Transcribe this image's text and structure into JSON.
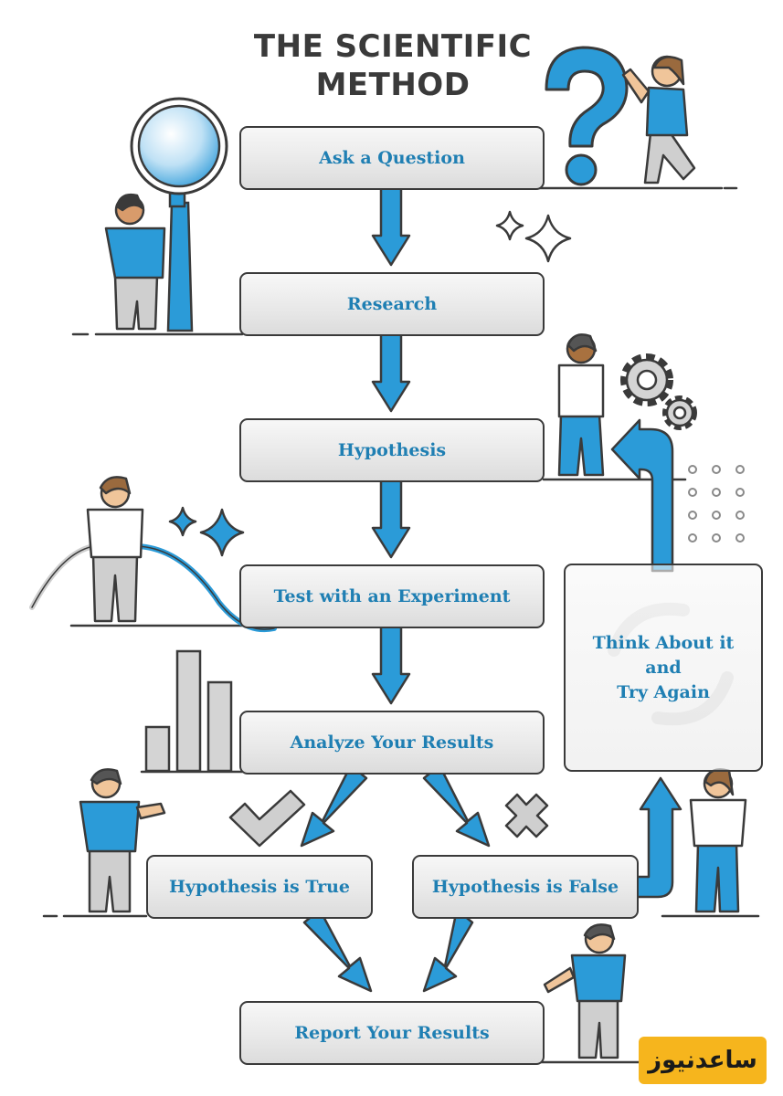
{
  "title_lines": [
    "THE SCIENTIFIC",
    "METHOD"
  ],
  "steps": {
    "ask": "Ask a Question",
    "research": "Research",
    "hypothesis": "Hypothesis",
    "test": "Test with an Experiment",
    "analyze": "Analyze Your Results",
    "true": "Hypothesis is True",
    "false": "Hypothesis is False",
    "report": "Report Your Results",
    "retry_lines": [
      "Think About it",
      "and",
      "Try Again"
    ]
  },
  "watermark": "ساعدنیوز",
  "colors": {
    "accent": "#2b9bd8",
    "label": "#1f7fb3",
    "outline": "#3a3a3a",
    "gray": "#cfcfcf"
  },
  "icons": [
    "magnifier-icon",
    "question-mark-icon",
    "sparkle-icon",
    "gear-icon",
    "bar-chart-icon",
    "check-icon",
    "cross-icon",
    "refresh-icon",
    "dot-grid-icon"
  ]
}
